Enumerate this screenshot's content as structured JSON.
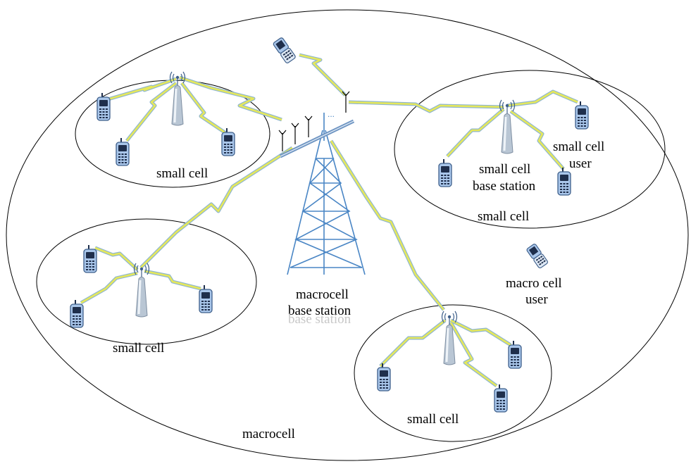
{
  "colors": {
    "outline": "#000000",
    "link": "#5b8fc7",
    "wireless": "#e6e85a",
    "wireless_edge": "#8fb6cf",
    "device_body": "#a9c6ea",
    "device_screen": "#1f2f4c",
    "tower": "#4a86c5"
  },
  "icons": {
    "macro_tower": "cell-tower-icon",
    "small_bs": "small-cell-base-station-icon",
    "phone": "mobile-phone-icon",
    "flip_phone": "flip-phone-icon",
    "antenna": "antenna-icon"
  },
  "labels": {
    "macrocell": "macrocell",
    "macro_bs_line1": "macrocell",
    "macro_bs_line2": "base station",
    "macro_bs_shadow": "base station",
    "small_cell_top_left": "small cell",
    "small_cell_mid_left": "small cell",
    "small_cell_top_right": "small cell",
    "small_cell_bottom_right": "small cell",
    "small_bs_line1": "small cell",
    "small_bs_line2": "base station",
    "small_user_line1": "small cell",
    "small_user_line2": "user",
    "macro_user_line1": "macro cell",
    "macro_user_line2": "user",
    "antenna_ellipsis": "..."
  }
}
